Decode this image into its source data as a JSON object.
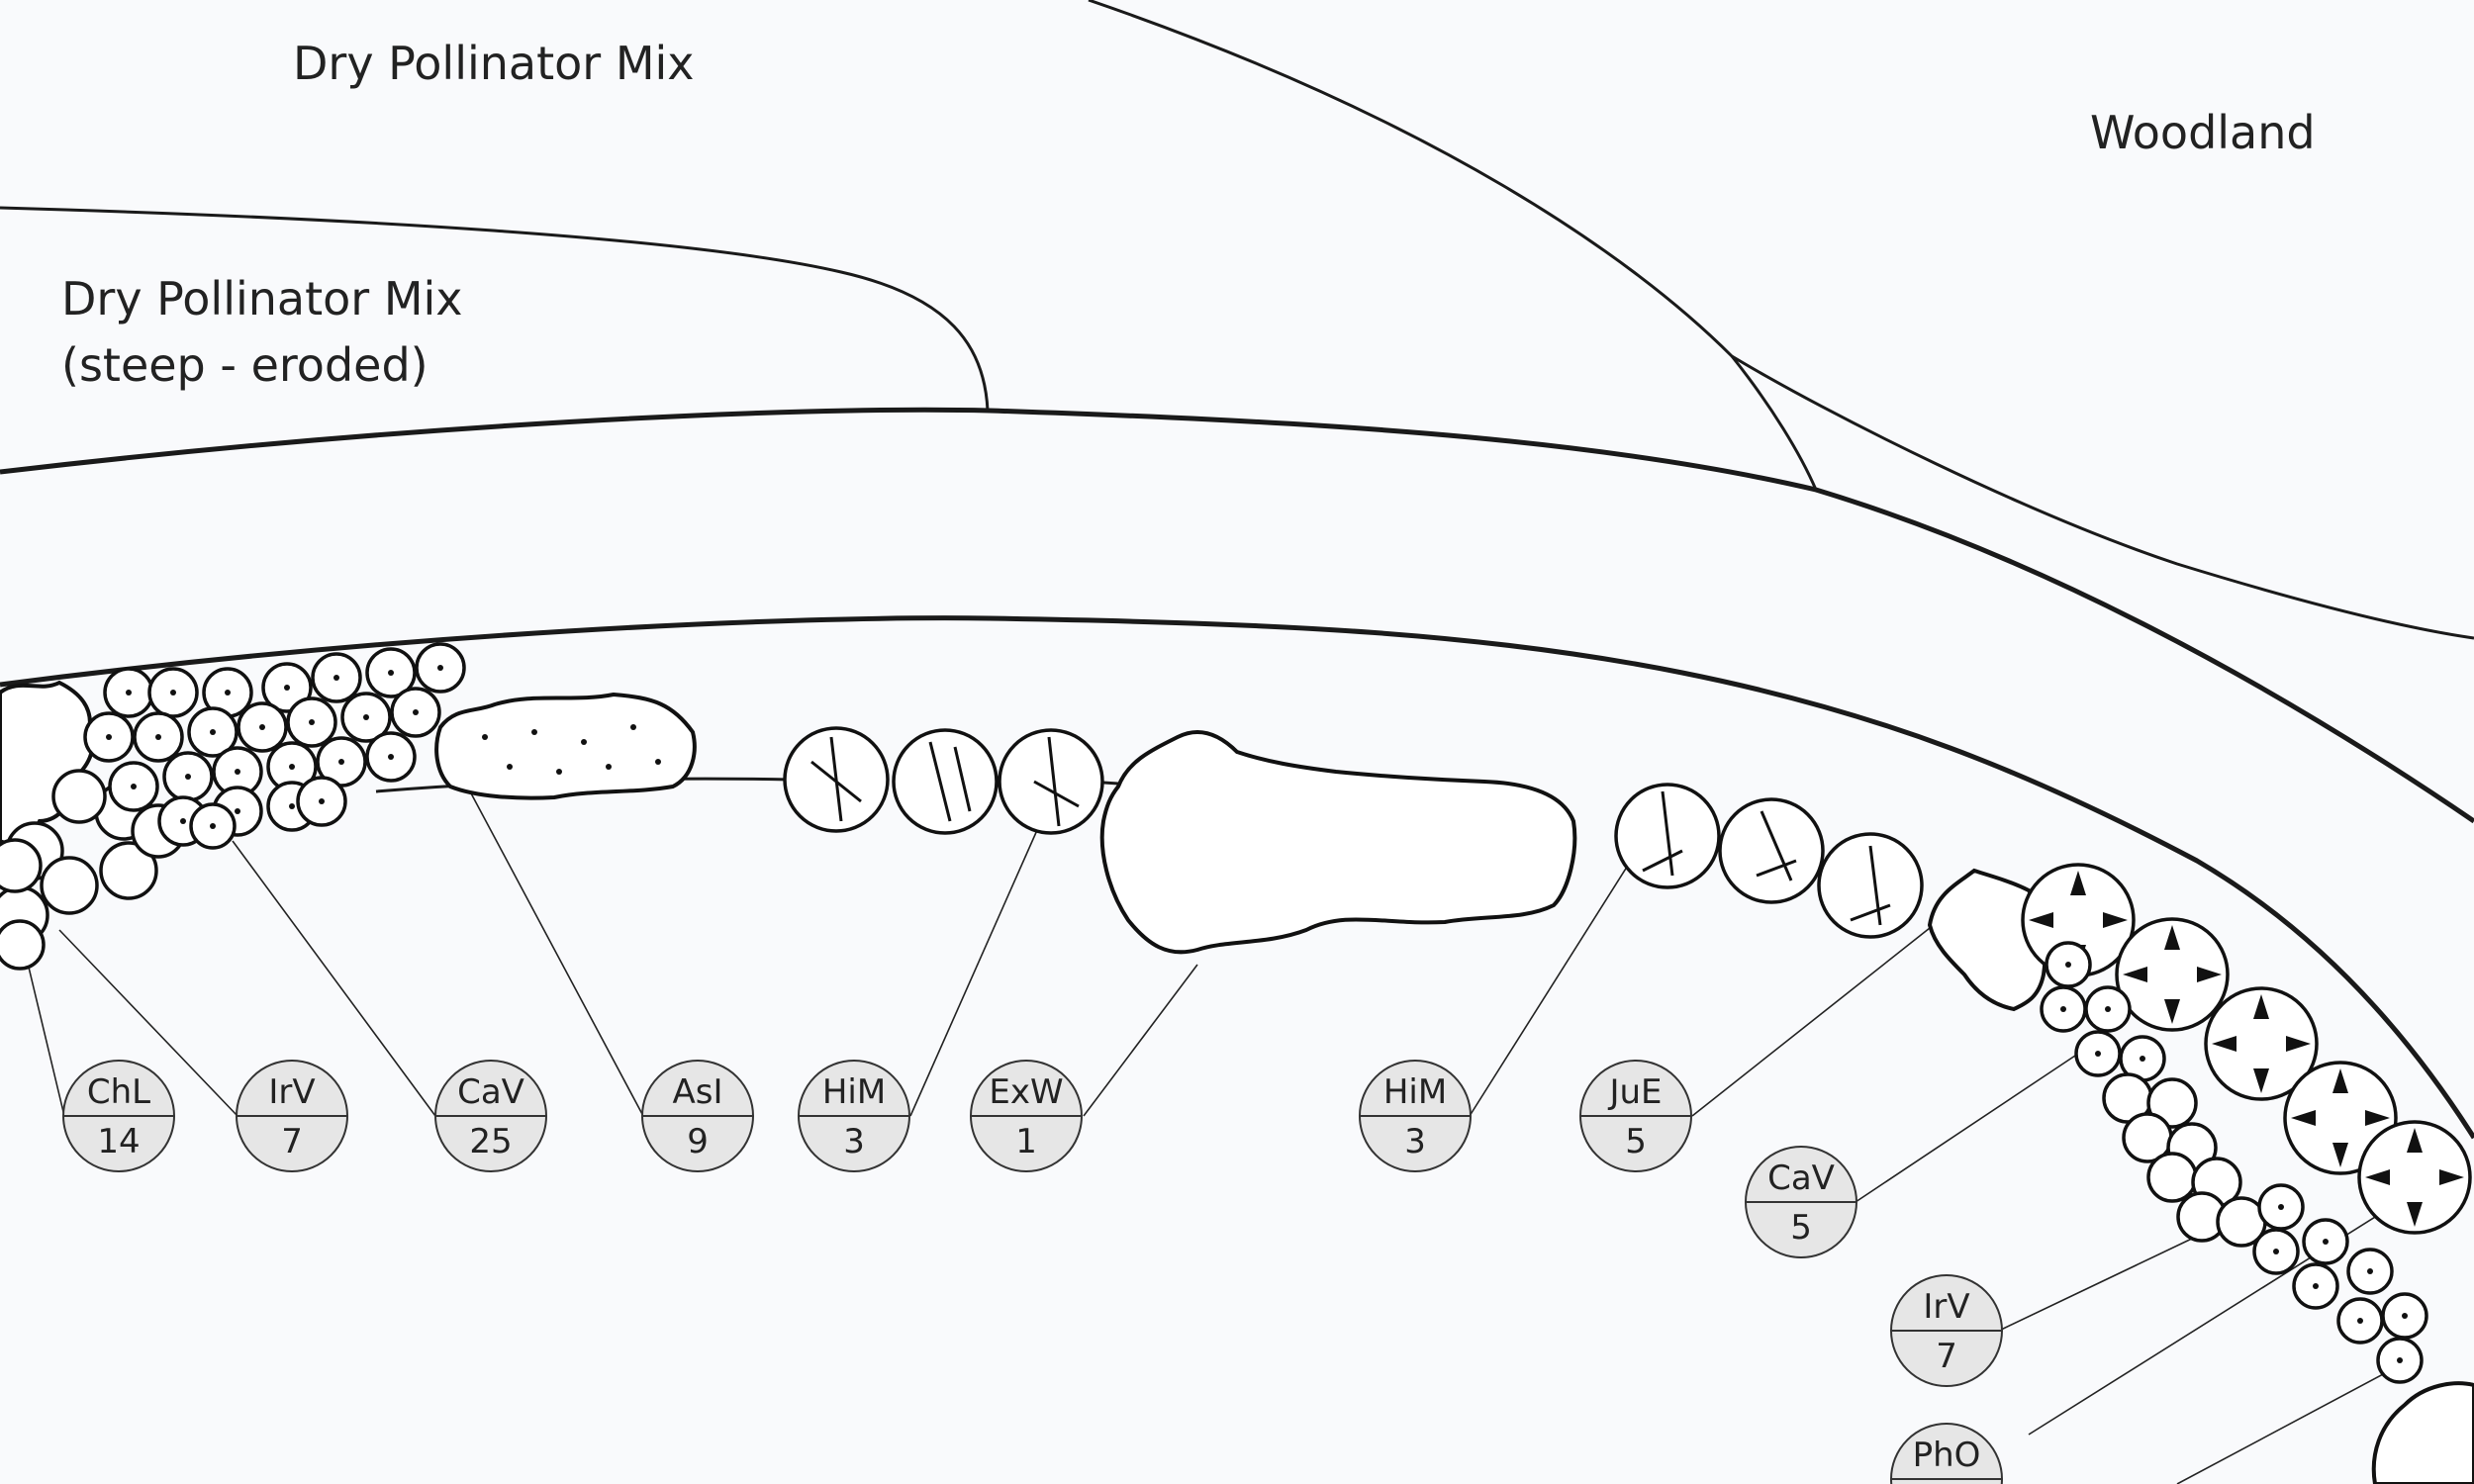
{
  "zones": [
    {
      "id": "dry-pollinator-mix",
      "lines": [
        "Dry Pollinator Mix"
      ]
    },
    {
      "id": "woodland",
      "lines": [
        "Woodland"
      ]
    },
    {
      "id": "dry-pollinator-mix-steep",
      "lines": [
        "Dry Pollinator Mix",
        "(steep - eroded)"
      ]
    }
  ],
  "tags": [
    {
      "code": "ChL",
      "qty": "14"
    },
    {
      "code": "IrV",
      "qty": "7"
    },
    {
      "code": "CaV",
      "qty": "25"
    },
    {
      "code": "AsI",
      "qty": "9"
    },
    {
      "code": "HiM",
      "qty": "3"
    },
    {
      "code": "ExW",
      "qty": "1"
    },
    {
      "code": "HiM",
      "qty": "3"
    },
    {
      "code": "JuE",
      "qty": "5"
    },
    {
      "code": "CaV",
      "qty": "5"
    },
    {
      "code": "IrV",
      "qty": "7"
    },
    {
      "code": "PhO",
      "qty": ""
    }
  ]
}
